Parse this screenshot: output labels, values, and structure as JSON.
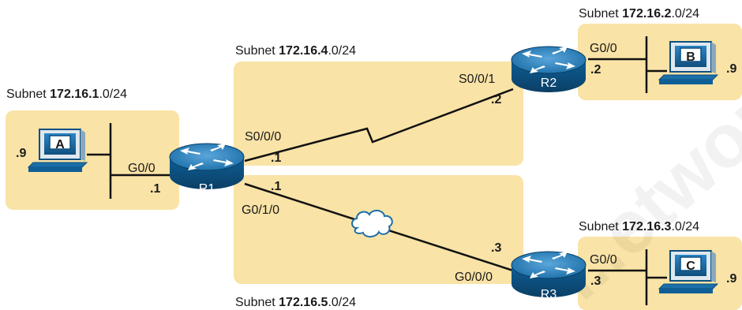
{
  "subnets": {
    "s1": {
      "prefix": "Subnet ",
      "net": "172.16.1",
      "suffix": ".0/24"
    },
    "s2": {
      "prefix": "Subnet ",
      "net": "172.16.2",
      "suffix": ".0/24"
    },
    "s3": {
      "prefix": "Subnet ",
      "net": "172.16.3",
      "suffix": ".0/24"
    },
    "s4": {
      "prefix": "Subnet ",
      "net": "172.16.4",
      "suffix": ".0/24"
    },
    "s5": {
      "prefix": "Subnet ",
      "net": "172.16.5",
      "suffix": ".0/24"
    }
  },
  "routers": {
    "r1": {
      "name": "R1"
    },
    "r2": {
      "name": "R2"
    },
    "r3": {
      "name": "R3"
    }
  },
  "hosts": {
    "a": {
      "name": "A",
      "addr": ".9"
    },
    "b": {
      "name": "B",
      "addr": ".9"
    },
    "c": {
      "name": "C",
      "addr": ".9"
    }
  },
  "interfaces": {
    "r1_g00": {
      "name": "G0/0",
      "addr": ".1"
    },
    "r1_s000": {
      "name": "S0/0/0",
      "addr": ".1"
    },
    "r1_g010": {
      "name": "G0/1/0",
      "addr": ".1"
    },
    "r2_s001": {
      "name": "S0/0/1",
      "addr": ".2"
    },
    "r2_g00": {
      "name": "G0/0",
      "addr": ".2"
    },
    "r3_g000": {
      "name": "G0/0/0",
      "addr": ".3"
    },
    "r3_g00": {
      "name": "G0/0",
      "addr": ".3"
    }
  },
  "watermark": "...etwork.in",
  "colors": {
    "subnet_fill": "#f9e3a6",
    "router_dark": "#0d5a8c",
    "router_light": "#3d8fc7",
    "line": "#111111"
  }
}
